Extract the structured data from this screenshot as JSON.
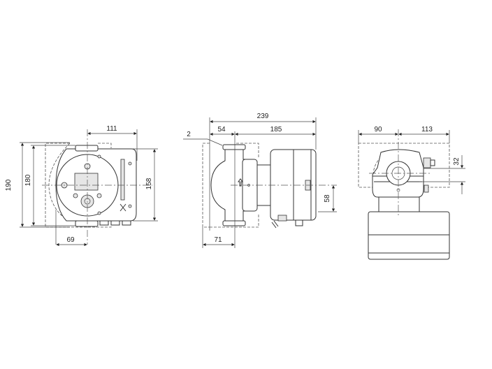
{
  "drawing": {
    "front_view": {
      "dims": {
        "width_right": "111",
        "height_overall": "190",
        "height_flange": "180",
        "height_body": "158",
        "width_left": "69"
      }
    },
    "side_view": {
      "dims": {
        "length_overall": "239",
        "length_left": "54",
        "length_right": "185",
        "gap": "2",
        "axis_offset": "58",
        "bottom_left": "71"
      }
    },
    "top_view": {
      "dims": {
        "width_left": "90",
        "width_right": "113",
        "offset": "32"
      }
    }
  }
}
